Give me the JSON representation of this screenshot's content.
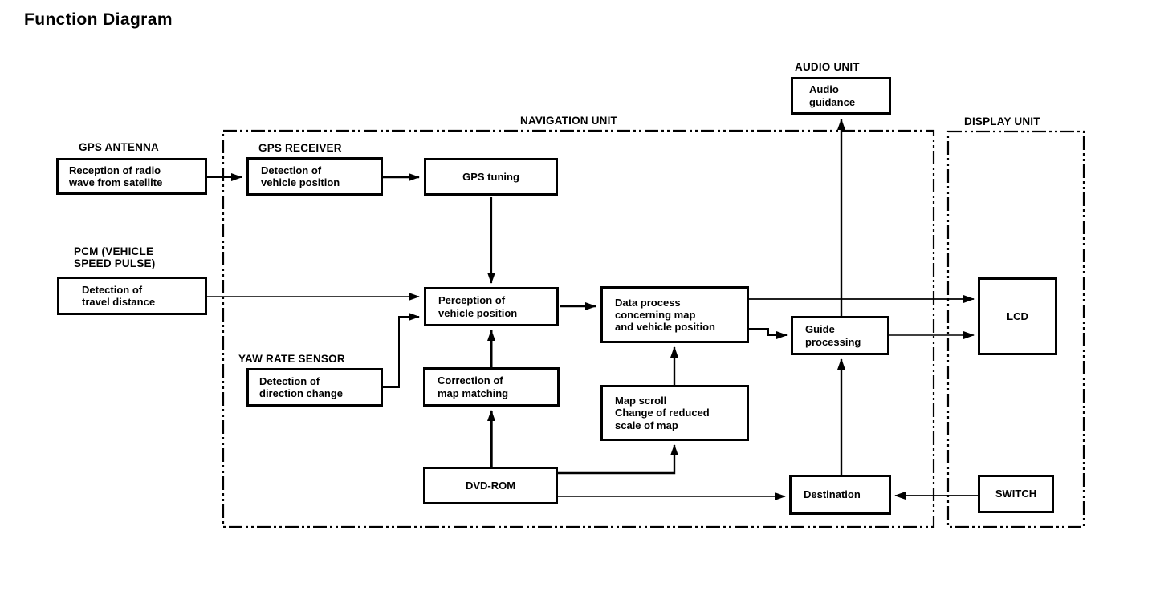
{
  "title": "Function Diagram",
  "units": {
    "navigation": "NAVIGATION UNIT",
    "display": "DISPLAY UNIT",
    "audio": "AUDIO UNIT"
  },
  "external_labels": {
    "gps_antenna": "GPS ANTENNA",
    "gps_receiver": "GPS RECEIVER",
    "pcm": "PCM (VEHICLE\nSPEED PULSE)",
    "yaw_rate_sensor": "YAW RATE SENSOR"
  },
  "boxes": {
    "reception": "Reception of radio\nwave from satellite",
    "gps_receiver": "Detection of\nvehicle position",
    "gps_tuning": "GPS tuning",
    "pcm": "Detection of\ntravel distance",
    "perception": "Perception of\nvehicle position",
    "data_process": "Data process\nconcerning map\nand vehicle position",
    "yaw": "Detection of\ndirection change",
    "correction": "Correction of\nmap matching",
    "map_scroll": "Map scroll\nChange of reduced\nscale of map",
    "guide": "Guide\nprocessing",
    "dvd_rom": "DVD-ROM",
    "destination": "Destination",
    "audio_guidance": "Audio\nguidance",
    "lcd": "LCD",
    "switch": "SWITCH"
  },
  "connections": [
    {
      "from": "gps-antenna-reception",
      "to": "gps-receiver-detection"
    },
    {
      "from": "gps-receiver-detection",
      "to": "gps-tuning"
    },
    {
      "from": "gps-tuning",
      "to": "perception-of-vehicle-position"
    },
    {
      "from": "pcm-detection-of-travel-distance",
      "to": "perception-of-vehicle-position"
    },
    {
      "from": "yaw-detection-of-direction-change",
      "to": "perception-of-vehicle-position"
    },
    {
      "from": "correction-of-map-matching",
      "to": "perception-of-vehicle-position"
    },
    {
      "from": "perception-of-vehicle-position",
      "to": "data-process"
    },
    {
      "from": "map-scroll",
      "to": "data-process"
    },
    {
      "from": "dvd-rom",
      "to": "correction-of-map-matching"
    },
    {
      "from": "dvd-rom",
      "to": "map-scroll"
    },
    {
      "from": "dvd-rom",
      "to": "destination"
    },
    {
      "from": "data-process",
      "to": "lcd"
    },
    {
      "from": "data-process",
      "to": "guide-processing"
    },
    {
      "from": "guide-processing",
      "to": "lcd"
    },
    {
      "from": "guide-processing",
      "to": "audio-guidance"
    },
    {
      "from": "destination",
      "to": "guide-processing"
    },
    {
      "from": "switch",
      "to": "destination"
    }
  ]
}
